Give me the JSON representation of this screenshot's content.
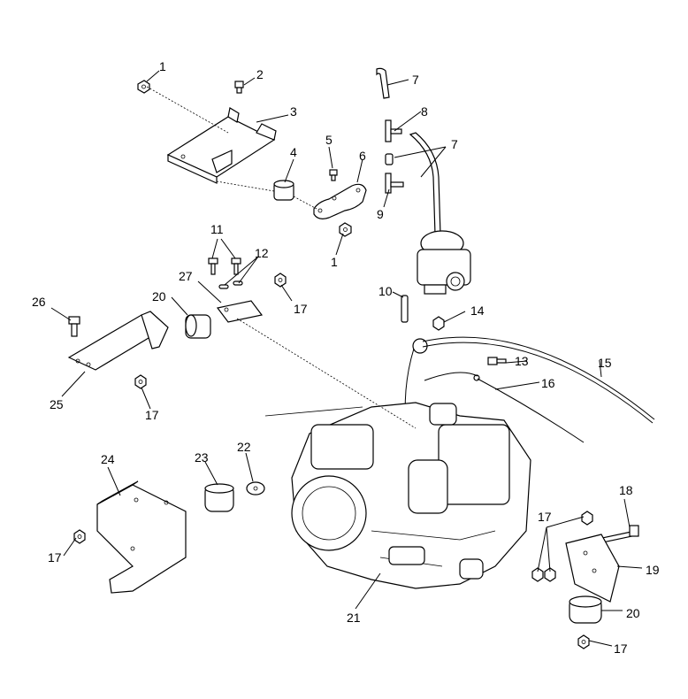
{
  "diagram": {
    "callouts": [
      "1",
      "2",
      "3",
      "4",
      "5",
      "6",
      "7",
      "8",
      "7",
      "9",
      "1",
      "11",
      "12",
      "17",
      "27",
      "20",
      "26",
      "25",
      "17",
      "10",
      "14",
      "13",
      "15",
      "16",
      "24",
      "23",
      "22",
      "17",
      "21",
      "18",
      "17",
      "19",
      "20",
      "17"
    ]
  }
}
